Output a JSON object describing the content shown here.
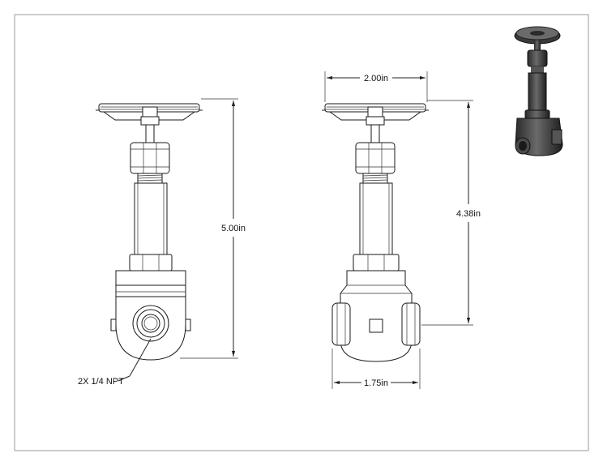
{
  "dimensions": {
    "overall_height": "5.00in",
    "handwheel_width": "2.00in",
    "port_height": "4.38in",
    "body_width": "1.75in"
  },
  "callouts": {
    "ports": "2X 1/4 NPT"
  }
}
